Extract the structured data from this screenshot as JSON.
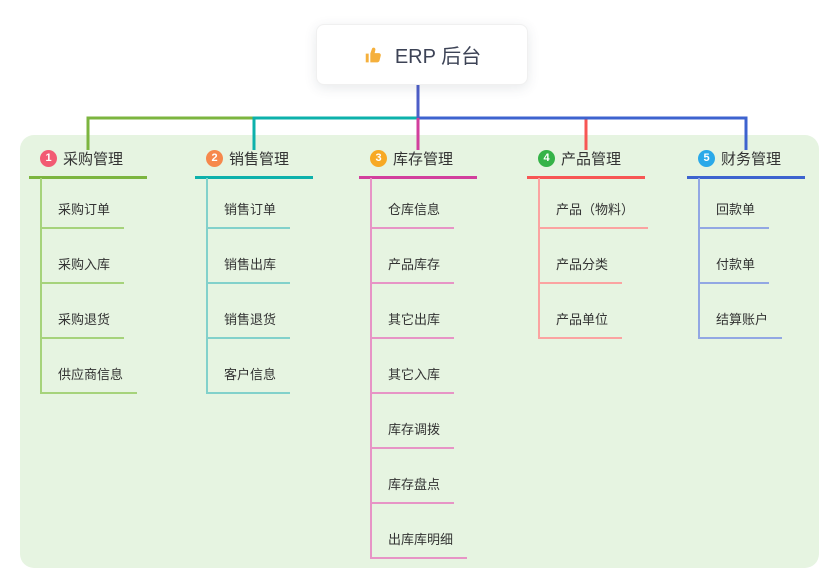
{
  "root": {
    "label": "ERP 后台",
    "icon": "thumbs-up-icon",
    "icon_color": "#f5b03c",
    "text_color": "#3d4356"
  },
  "canvas": {
    "panel_bg": "#e6f4e1",
    "root_line_color": "#4d5ec8",
    "title_text_color": "#333333",
    "child_text_color": "#333333"
  },
  "branches": [
    {
      "index": "1",
      "label": "采购管理",
      "badge_color": "#f25b73",
      "line_color": "#7cb53f",
      "light_color": "#a6d37b",
      "children": [
        "采购订单",
        "采购入库",
        "采购退货",
        "供应商信息"
      ]
    },
    {
      "index": "2",
      "label": "销售管理",
      "badge_color": "#f6884c",
      "line_color": "#0db1ab",
      "light_color": "#82d1cb",
      "children": [
        "销售订单",
        "销售出库",
        "销售退货",
        "客户信息"
      ]
    },
    {
      "index": "3",
      "label": "库存管理",
      "badge_color": "#f7a924",
      "line_color": "#d23f9d",
      "light_color": "#e794c6",
      "children": [
        "仓库信息",
        "产品库存",
        "其它出库",
        "其它入库",
        "库存调拨",
        "库存盘点",
        "出库库明细"
      ]
    },
    {
      "index": "4",
      "label": "产品管理",
      "badge_color": "#35b348",
      "line_color": "#f75654",
      "light_color": "#fba3a1",
      "children": [
        "产品（物料）",
        "产品分类",
        "产品单位"
      ]
    },
    {
      "index": "5",
      "label": "财务管理",
      "badge_color": "#2aa9e9",
      "line_color": "#3d63cf",
      "light_color": "#92a7e3",
      "children": [
        "回款单",
        "付款单",
        "结算账户"
      ]
    }
  ]
}
